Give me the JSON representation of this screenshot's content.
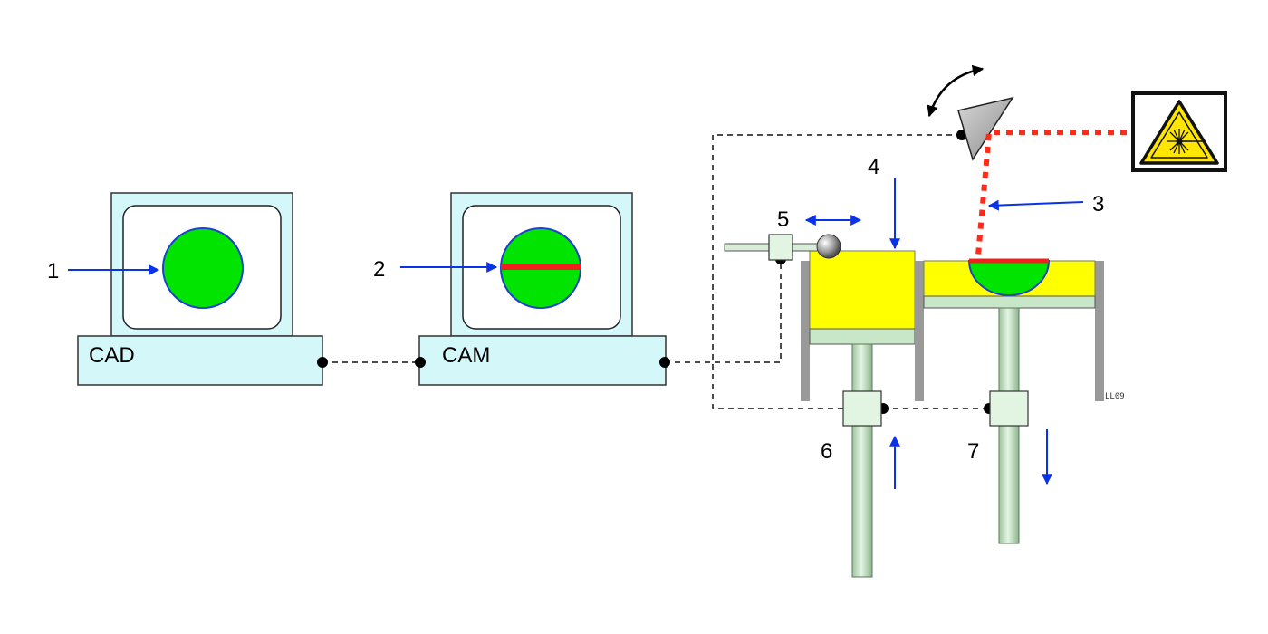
{
  "computers": {
    "cad": {
      "label": "CAD"
    },
    "cam": {
      "label": "CAM"
    }
  },
  "callouts": [
    "1",
    "2",
    "3",
    "4",
    "5",
    "6",
    "7"
  ],
  "figure_code": "LL09",
  "colors": {
    "monitor_fill": "#d4f8fa",
    "object_green": "#00e400",
    "object_outline": "#1d3fd2",
    "slice_red": "#f02020",
    "powder_yellow": "#ffff00",
    "piston_green": "#c8e6c8",
    "wall_gray": "#999999",
    "arrow_blue": "#0a32e8",
    "laser_dotted_red": "#ff2a1a",
    "warning_yellow": "#ffe600"
  },
  "icons": [
    "laser-warning-icon",
    "mirror-rotate-arrow-icon",
    "roller-ball-icon"
  ]
}
